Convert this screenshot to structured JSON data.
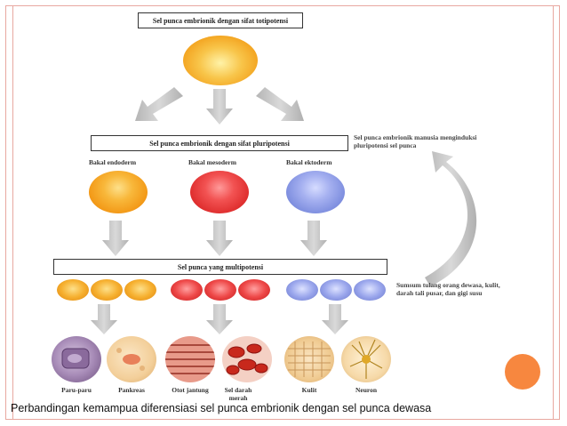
{
  "diagram": {
    "top_box": "Sel punca embrionik dengan sifat totipotensi",
    "pluri_box": "Sel punca embrionik dengan sifat pluripotensi",
    "induced_note": "Sel punca embrionik manusia menginduksi pluripotensi sel punca",
    "germ_layers": [
      "Bakal endoderm",
      "Bakal mesoderm",
      "Bakal ektoderm"
    ],
    "multi_box": "Sel punca yang multipotensi",
    "adult_note": "Sumsum tulang orang dewasa, kulit, darah tali pusar, dan gigi susu",
    "tissues": [
      "Paru-paru",
      "Pankreas",
      "Otot jantung",
      "Sel darah merah",
      "Kulit",
      "Neuron"
    ]
  },
  "caption": "Perbandingan kemampua diferensiasi sel punca embrionik dengan sel punca dewasa",
  "colors": {
    "endoderm": "#f5a623",
    "mesoderm": "#e83b3b",
    "ektoderm": "#7f8fe0",
    "accent_dot": "#f7873f",
    "frame": "#e8a8a0"
  }
}
